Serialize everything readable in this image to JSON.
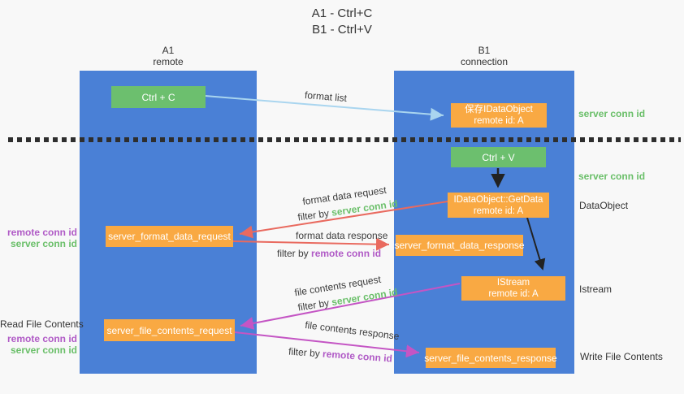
{
  "title": {
    "line1": "A1 - Ctrl+C",
    "line2": "B1 - Ctrl+V"
  },
  "lanes": {
    "a": {
      "name": "A1",
      "subtitle": "remote"
    },
    "b": {
      "name": "B1",
      "subtitle": "connection"
    }
  },
  "nodes": {
    "ctrl_c": {
      "label": "Ctrl + C"
    },
    "save_dataobject": {
      "line1": "保存IDataObject",
      "line2": "remote id: A"
    },
    "ctrl_v": {
      "label": "Ctrl + V"
    },
    "getdata": {
      "line1": "IDataObject::GetData",
      "line2": "remote id: A"
    },
    "format_request": {
      "label": "server_format_data_request"
    },
    "format_response": {
      "label": "server_format_data_response"
    },
    "istream": {
      "line1": "IStream",
      "line2": "remote id: A"
    },
    "file_request": {
      "label": "server_file_contents_request"
    },
    "file_response": {
      "label": "server_file_contents_response"
    }
  },
  "edge_labels": {
    "format_list": "format list",
    "filter_by": "filter by",
    "server_conn_id": "server conn id",
    "remote_conn_id": "remote conn id",
    "format_data_request": "format data request",
    "format_data_response": "format data response",
    "file_contents_request": "file contents request",
    "file_contents_response": "file contents response"
  },
  "side_labels": {
    "server_conn_id_top_right": "server conn id",
    "server_conn_id_mid_right": "server conn id",
    "dataobject": "DataObject",
    "istream": "Istream",
    "write_file_contents": "Write File Contents",
    "remote_conn_id_left_mid": "remote conn id",
    "server_conn_id_left_mid": "server conn id",
    "read_file_contents": "Read File Contents",
    "remote_conn_id_left_bottom": "remote conn id",
    "server_conn_id_left_bottom": "server conn id"
  },
  "colors": {
    "lane_blue": "#4a80d6",
    "box_green": "#6cbf6e",
    "box_orange": "#f9a943",
    "arrow_light_blue": "#a9d5ef",
    "arrow_red": "#e96a5f",
    "arrow_magenta": "#c455c4",
    "arrow_black": "#222222",
    "text_green": "#6abf69",
    "text_purple": "#b05ac6"
  }
}
